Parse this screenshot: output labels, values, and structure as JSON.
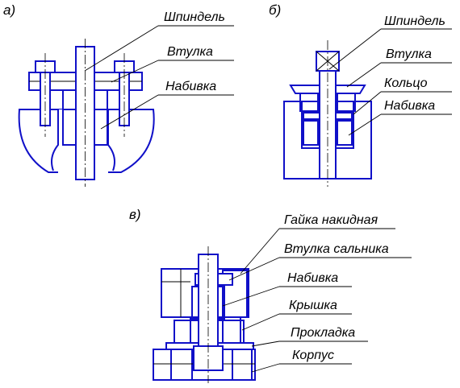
{
  "panels": {
    "a": {
      "tag": "а)",
      "labels": [
        "Шпиндель",
        "Втулка",
        "Набивка"
      ]
    },
    "b": {
      "tag": "б)",
      "labels": [
        "Шпиндель",
        "Втулка",
        "Кольцо",
        "Набивка"
      ]
    },
    "v": {
      "tag": "в)",
      "labels": [
        "Гайка накидная",
        "Втулка сальника",
        "Набивка",
        "Крышка",
        "Прокладка",
        "Корпус"
      ]
    }
  }
}
